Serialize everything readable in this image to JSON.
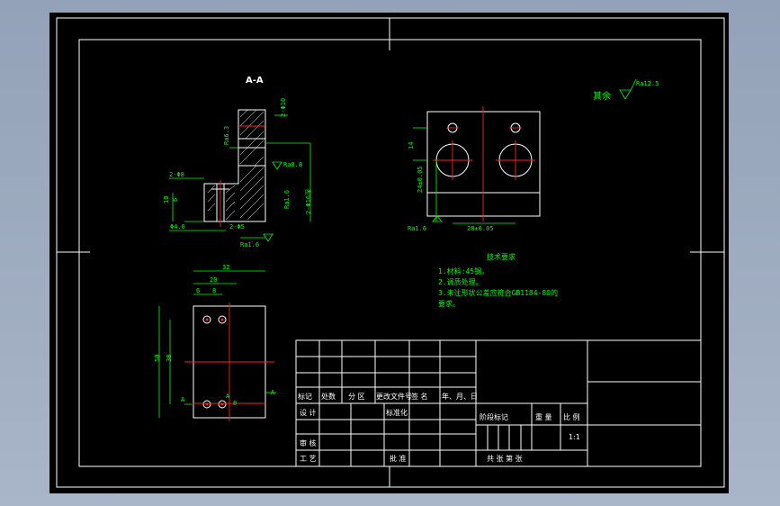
{
  "drawing": {
    "section_label": "A-A",
    "roughness_other": "其余",
    "roughness_other_value": "Ra12.5",
    "tech_title": "技术要求",
    "tech_lines": [
      "1.材料:45钢。",
      "2.调质处理。",
      "3.未注形状公差应符合GB1184-80的",
      "要求。"
    ],
    "section_dims": {
      "ra63": "Ra6.3",
      "ra08": "Ra0.8",
      "ra16a": "Ra1.6",
      "ra16b": "Ra1.6",
      "holes_top": "2-Φ8",
      "holes_bottom": "2-Φ5",
      "phi46": "Φ4.6",
      "d10": "10",
      "d6": "6",
      "d2": "2-Φ10",
      "d2b": "2-Φ16深",
      "depth": "深"
    },
    "front_dims": {
      "d14": "14",
      "d24": "24±0.05",
      "d28": "28±0.05",
      "ra16": "Ra1.6"
    },
    "plan_dims": {
      "d32": "32",
      "d20": "20",
      "d6": "6",
      "d8": "8",
      "d50": "50",
      "d38": "38",
      "d8b": "8",
      "a_left": "A",
      "a_mid": "A",
      "a_right": "A"
    },
    "title_block": {
      "mark": "标记",
      "count": "处数",
      "zone": "分 区",
      "doc": "更改文件号",
      "sign": "签 名",
      "date": "年、月、日",
      "design": "设 计",
      "standard": "标准化",
      "stage": "阶段标记",
      "weight": "重 量",
      "scale_label": "比 例",
      "scale": "1:1",
      "review": "审 核",
      "process": "工 艺",
      "approve": "批 准",
      "sheets": "共    张  第    张"
    }
  }
}
